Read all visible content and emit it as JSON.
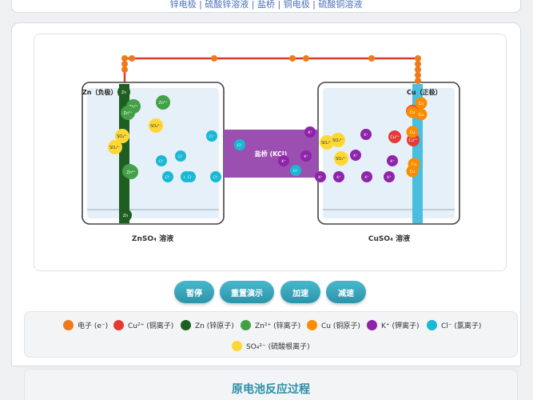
{
  "top_nav": {
    "text": "锌电极 | 硫酸锌溶液 | 盐桥 | 铜电极 | 硫酸铜溶液"
  },
  "simulation": {
    "zn_electrode_label": "Zn（负极）",
    "cu_electrode_label": "Cu（正极）",
    "salt_bridge_label": "盐桥 (KCl)",
    "left_solution_label": "ZnSO₄ 溶液",
    "right_solution_label": "CuSO₄ 溶液",
    "ion_labels": {
      "zn2": "Zn²⁺",
      "zn": "Zn",
      "so4": "SO₄²⁻",
      "cl": "Cl⁻",
      "k": "K⁺",
      "cu2": "Cu²⁺",
      "cu": "Cu"
    }
  },
  "controls": {
    "pause": "暂停",
    "reset": "重置演示",
    "speed_up": "加速",
    "slow_down": "减速"
  },
  "legend": [
    {
      "name": "electron",
      "label": "电子 (e⁻)",
      "color": "#f07a1a"
    },
    {
      "name": "cu2-ion",
      "label": "Cu²⁺ (铜离子)",
      "color": "#e53935"
    },
    {
      "name": "zn-atom",
      "label": "Zn (锌原子)",
      "color": "#1e5e20"
    },
    {
      "name": "zn2-ion",
      "label": "Zn²⁺ (锌离子)",
      "color": "#43a047"
    },
    {
      "name": "cu-atom",
      "label": "Cu (铜原子)",
      "color": "#fb8c00"
    },
    {
      "name": "k-ion",
      "label": "K⁺ (钾离子)",
      "color": "#8e24aa"
    },
    {
      "name": "cl-ion",
      "label": "Cl⁻ (氯离子)",
      "color": "#1ab8d4"
    },
    {
      "name": "so4-ion",
      "label": "SO₄²⁻ (硫酸根离子)",
      "color": "#fdd835"
    }
  ],
  "process": {
    "title": "原电池反应过程"
  }
}
